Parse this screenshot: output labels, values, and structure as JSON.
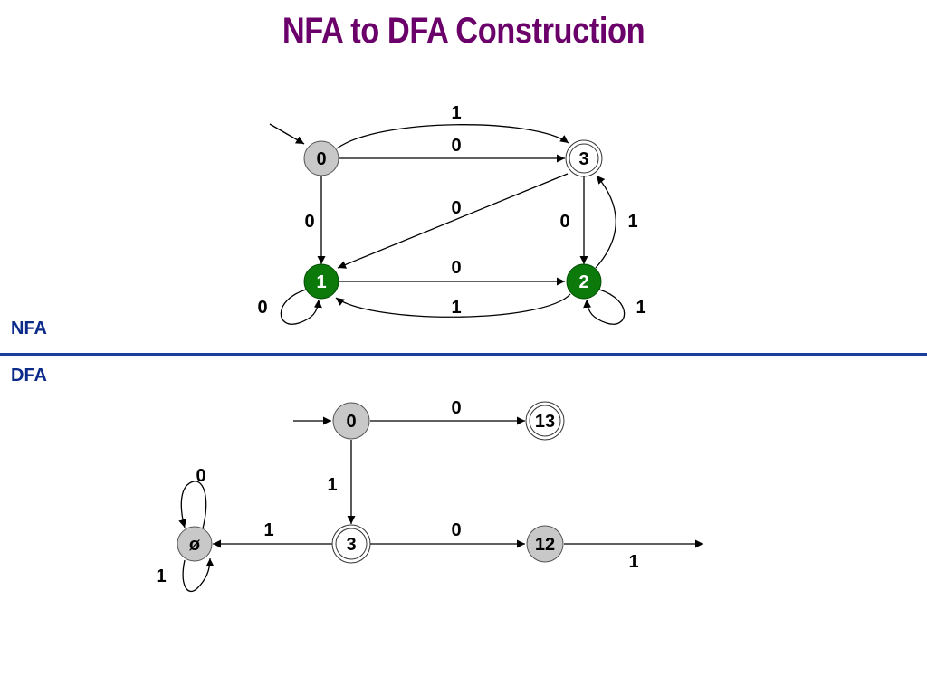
{
  "title": "NFA to DFA Construction",
  "nfa_label": "NFA",
  "dfa_label": "DFA",
  "colors": {
    "title": "#6b006b",
    "section": "#0b2a8a",
    "divider": "#1c3d99",
    "state_gray": "#c8c8c8",
    "state_green": "#0b7a0b"
  },
  "nfa": {
    "states": [
      "0",
      "3",
      "1",
      "2"
    ],
    "edge_labels": {
      "e0_3_top": "1",
      "e0_3_straight": "0",
      "e0_1": "0",
      "e3_1": "0",
      "e3_2": "0",
      "e2_3": "1",
      "e1_2": "0",
      "e2_1": "1",
      "loop1": "0",
      "loop2": "1"
    }
  },
  "dfa": {
    "states": [
      "0",
      "13",
      "3",
      "12",
      "ø"
    ],
    "edge_labels": {
      "e0_13": "0",
      "e0_3": "1",
      "e3_empty": "1",
      "e3_12": "0",
      "e12_out": "1",
      "loop_top": "0",
      "loop_bottom": "1"
    }
  }
}
